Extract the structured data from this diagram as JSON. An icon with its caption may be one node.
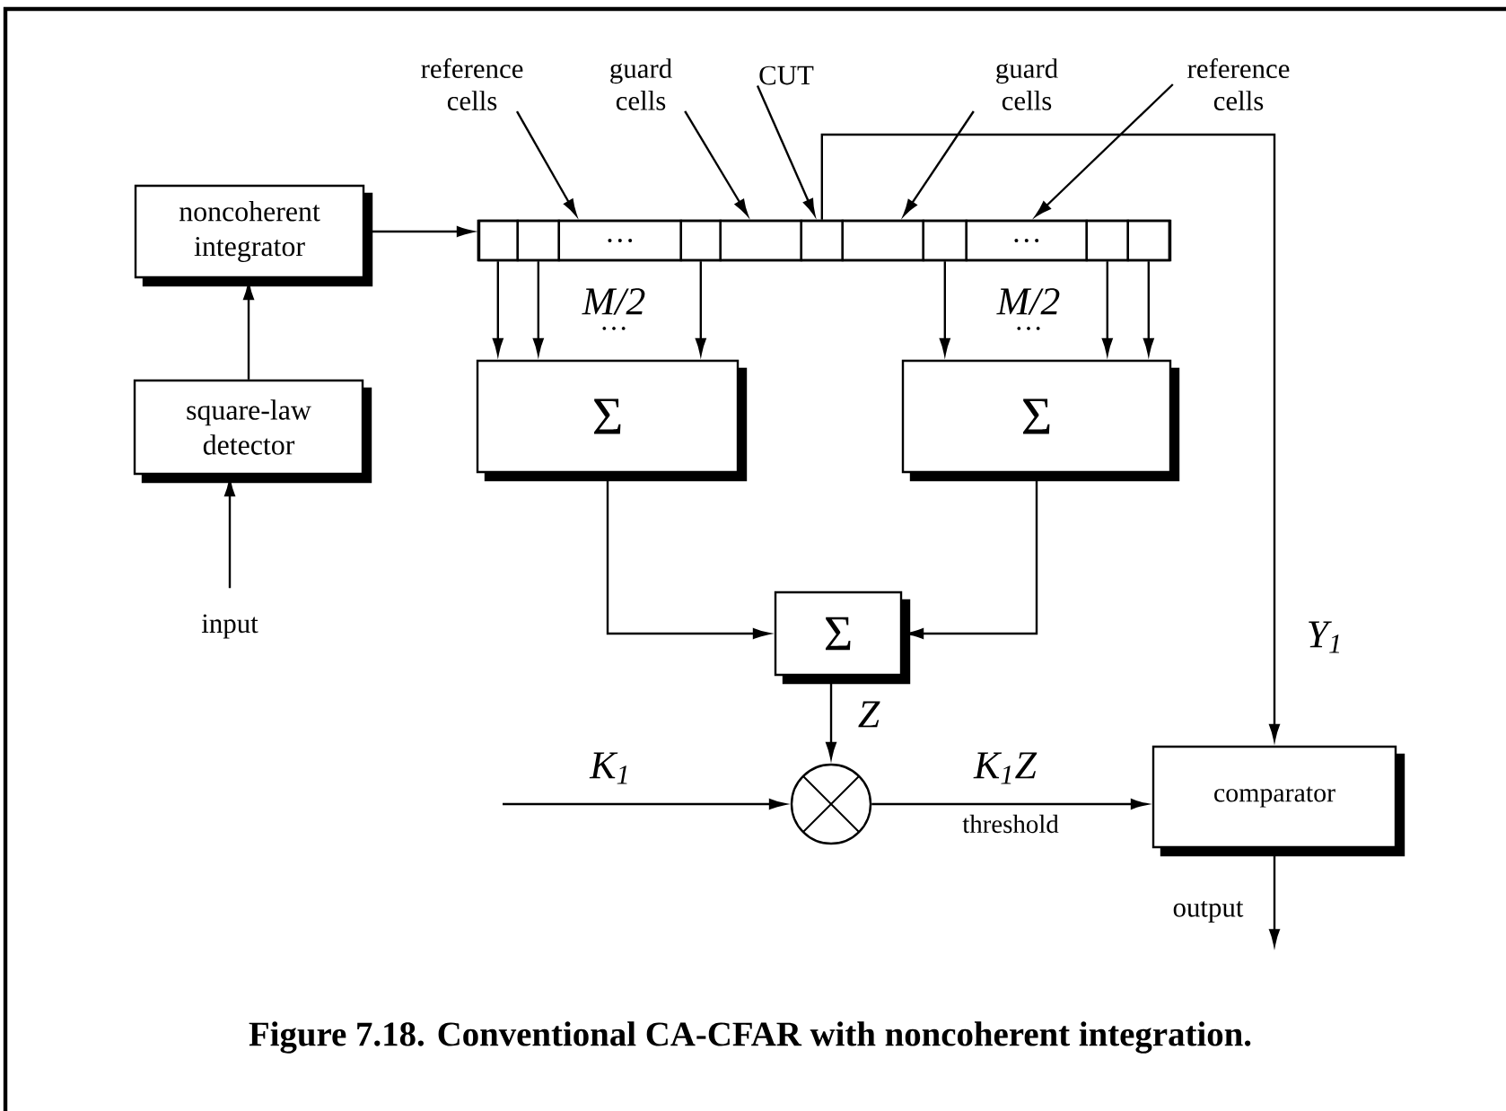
{
  "diagram": {
    "caption": "Figure 7.18. Conventional CA-CFAR with noncoherent integration.",
    "nodes": [
      {
        "text": [
          "reference cells"
        ]
      },
      {
        "text": [
          "guard cells"
        ]
      },
      {
        "text": [
          "CUT"
        ]
      },
      {
        "text": [
          "guard cells"
        ]
      },
      {
        "text": [
          "reference cells"
        ]
      },
      {
        "text": [
          "noncoherent integrator"
        ]
      },
      {
        "text": [],
        "shape": "box"
      },
      {
        "text": [],
        "shape": "box",
        "in": 6
      },
      {
        "text": [],
        "shape": "box",
        "in": 6
      },
      {
        "text": [
          "…"
        ],
        "in": 6
      },
      {
        "text": [],
        "shape": "box",
        "in": 6
      },
      {
        "text": [],
        "shape": "box",
        "in": 6
      },
      {
        "text": [],
        "shape": "box",
        "in": 6
      },
      {
        "text": [],
        "shape": "box",
        "in": 6
      },
      {
        "text": [],
        "shape": "box",
        "in": 6
      },
      {
        "text": [
          "…"
        ],
        "in": 6
      },
      {
        "text": [],
        "shape": "box",
        "in": 6
      },
      {
        "text": [],
        "shape": "box",
        "in": 6
      },
      {
        "text": [
          "Σ"
        ]
      },
      {
        "text": [
          "Σ"
        ]
      },
      {
        "text": [
          "square-law detector"
        ]
      },
      {
        "text": [
          "input"
        ]
      },
      {
        "text": [
          "Σ"
        ]
      },
      {
        "text": [],
        "shape": "circle"
      },
      {
        "text": [
          "comparator"
        ]
      },
      {
        "text": [
          "output"
        ]
      }
    ],
    "edges": [
      {
        "from": 0,
        "to": 9,
        "arrow": "to"
      },
      {
        "from": 1,
        "to": 11,
        "arrow": "to"
      },
      {
        "from": 2,
        "to": 12,
        "arrow": "to"
      },
      {
        "from": 3,
        "to": 13,
        "arrow": "to"
      },
      {
        "from": 4,
        "to": 15,
        "arrow": "to"
      },
      {
        "from": 5,
        "to": 6,
        "arrow": "to"
      },
      {
        "from": 7,
        "to": 18,
        "arrow": "to"
      },
      {
        "from": 8,
        "to": 18,
        "arrow": "to"
      },
      {
        "from": 10,
        "to": 18,
        "arrow": "to"
      },
      {
        "from": 14,
        "to": 19,
        "arrow": "to"
      },
      {
        "from": 16,
        "to": 19,
        "arrow": "to"
      },
      {
        "from": 17,
        "to": 19,
        "arrow": "to"
      },
      {
        "from": 20,
        "to": 5,
        "arrow": "to"
      },
      {
        "from": 21,
        "to": 20,
        "arrow": "to"
      },
      {
        "from": 18,
        "to": 22,
        "arrow": "to"
      },
      {
        "from": 19,
        "to": 22,
        "arrow": "to"
      },
      {
        "from": 22,
        "to": 23,
        "arrow": "to",
        "label": "Z"
      },
      {
        "from": null,
        "to": 23,
        "arrow": "to",
        "label": "K$_{1}$"
      },
      {
        "from": 23,
        "to": 24,
        "arrow": "to",
        "label": "K$_{1}$Z"
      },
      {
        "from": 12,
        "to": 24,
        "arrow": "to",
        "label": "Y$_{1}$"
      },
      {
        "from": 24,
        "to": 25,
        "arrow": "to"
      }
    ],
    "labels": [
      "M/2",
      "…",
      "M/2",
      "…",
      "threshold"
    ]
  }
}
